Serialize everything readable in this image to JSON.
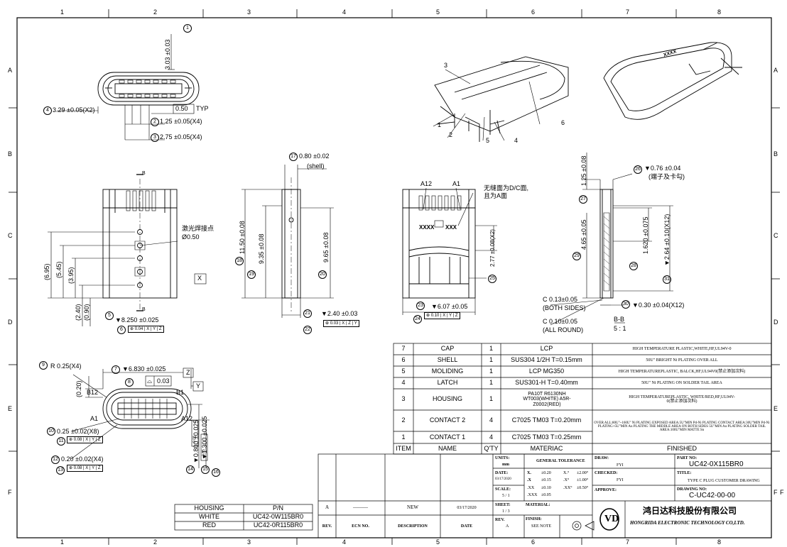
{
  "border": {
    "columns_top": [
      "1",
      "2",
      "3",
      "4",
      "5",
      "6",
      "7",
      "8"
    ],
    "columns_bottom": [
      "1",
      "2",
      "3",
      "4",
      "5",
      "6",
      "7",
      "8"
    ],
    "rows_left": [
      "A",
      "B",
      "C",
      "D",
      "E",
      "F"
    ],
    "rows_right": [
      "A",
      "B",
      "C",
      "D",
      "E",
      "F"
    ],
    "extra_right": "F"
  },
  "top_view": {
    "callout1": "1",
    "dim_vertical": "3.03 ±0.03",
    "callout4": "4",
    "dim_width": "3.29 ±0.05(X2)",
    "typ_box": "0.50",
    "typ": "TYP",
    "callout2": "2",
    "dim_pitch": "1.25 ±0.05(X4)",
    "callout3": "3",
    "dim_span": "2.75 ±0.05(X4)"
  },
  "side_view_left": {
    "section_mark": "B",
    "section_mark_bottom": "B",
    "laser_note_line1": "激光焊接点",
    "laser_note_line2": "Ø0.50",
    "dim_695": "(6.95)",
    "dim_545": "(5.45)",
    "dim_395": "(3.95)",
    "dim_240": "(2.40)",
    "dim_090": "(0.90)",
    "datum_x": "X",
    "callout5": "5",
    "flatness": "▼8.250 ±0.025",
    "callout6": "6",
    "fcf6": "0.04",
    "fcf6_datums": [
      "X",
      "Y",
      "Z"
    ]
  },
  "side_view_center": {
    "callout17": "17",
    "dim_shell_1": "0.80 ±0.02",
    "dim_shell_2": "(shell)",
    "callout18": "18",
    "dim_1150": "11.50 ±0.08",
    "callout19": "19",
    "dim_935": "9.35 ±0.08",
    "dim_965": "9.65 ±0.08",
    "callout20": "20",
    "callout21": "21",
    "dim_240": "▼2.40 ±0.03",
    "callout22": "22",
    "fcf22": "0.03",
    "fcf22_datums": [
      "X",
      "Z",
      "Y"
    ]
  },
  "front_view": {
    "label_a12": "A12",
    "label_a1": "A1",
    "note_line1": "无缝面为D/C面,",
    "note_line2": "且为A面",
    "xxxx_left": "XXXX",
    "xxxx_right": "XXX",
    "dim_277": "2.77 ±0.08(X2)",
    "callout25": "25",
    "callout23": "23",
    "dim_607": "▼6.07 ±0.05",
    "callout24": "24",
    "fcf24": "0.10",
    "fcf24_datums": [
      "X",
      "Y",
      "Z"
    ]
  },
  "section_view": {
    "callout26": "26",
    "dim_076": "▼0.76 ±0.04",
    "dim_076_note": "(端子及卡勾)",
    "dim_125": "1.25 ±0.08",
    "callout27": "27",
    "dim_465": "4.65 ±0.05",
    "callout29": "29",
    "dim_1620": "1.620 ±0.075",
    "callout28": "28",
    "dim_264": "▼2.64 ±0.10(X12)",
    "callout31": "31",
    "dim_c013_1": "C 0.13±0.05",
    "dim_c013_2": "(BOTH SIDES)",
    "callout30": "30",
    "dim_030": "▼0.30 ±0.04(X12)",
    "dim_c010_1": "C 0.10±0.05",
    "dim_c010_2": "(ALL ROUND)",
    "section_label": "B-B",
    "scale": "5 : 1"
  },
  "bottom_view": {
    "callout9": "9",
    "dim_r025": "R 0.25(X4)",
    "callout7": "7",
    "dim_6830": "▼6.830 ±0.025",
    "datum_z": "Z",
    "dim_020": "(0.20)",
    "callout8": "8",
    "profile_tol": "0.03",
    "datum_y": "Y",
    "label_b12": "B12",
    "label_b1": "B1",
    "label_a1": "A1",
    "label_a12": "A12",
    "callout10": "10",
    "dim_025": "0.25 ±0.02(X8)",
    "callout11": "11",
    "fcf11": "0.08",
    "fcf11_datums": [
      "X",
      "Y",
      "Z"
    ],
    "callout12": "12",
    "dim_020b": "0.20 ±0.02(X4)",
    "callout13": "13",
    "fcf13": "0.08",
    "fcf13_datums": [
      "X",
      "Y",
      "Z"
    ],
    "dim_0800": "▼0.800 ±0.025",
    "dim_1300": "▼1.300 ±0.025",
    "fcf_v1": "0.08",
    "fcf_v2": "0.05",
    "callout14": "14",
    "callout15": "15",
    "callout16": "16"
  },
  "iso_view": {
    "callouts": [
      "3",
      "1",
      "2",
      "5",
      "4",
      "6"
    ],
    "marking": "XXXX"
  },
  "bom": {
    "headers": [
      "ITEM",
      "NAME",
      "Q'TY",
      "MATERIAC",
      "FINISHED"
    ],
    "rows": [
      {
        "item": "7",
        "name": "CAP",
        "qty": "1",
        "material": "LCP",
        "finished": "HIGH TEMPERATURE PLASTIC,WHITE,HF,UL94V-0"
      },
      {
        "item": "6",
        "name": "SHELL",
        "qty": "1",
        "material": "SUS304 1/2H T=0.15mm",
        "finished": "50U\" BRIGHT Ni PLATING OVER ALL"
      },
      {
        "item": "5",
        "name": "MOLIDING",
        "qty": "1",
        "material": "LCP MG350",
        "finished": "HIGH TEMPERATUREPLASTIC, BALCK,HF,UL94V0(禁止添加次料)"
      },
      {
        "item": "4",
        "name": "LATCH",
        "qty": "1",
        "material": "SUS301-H T=0.40mm",
        "finished": "50U\" Ni PLATING ON SOLDER TAIL AREA"
      },
      {
        "item": "3",
        "name": "HOUSING",
        "qty": "1",
        "material": "PA10T R6130NH WT003(WHITE) A5R-Z0002(RED)",
        "finished": "HIGH TEMPERATUREPLASTIC, WHITE/RED,HF,UL94V-0(禁止添加次料)"
      },
      {
        "item": "2",
        "name": "CONTACT 2",
        "qty": "4",
        "material": "C7025 TM03 T=0.20mm",
        "finished": "OVER ALL:80U\"~160U\" Ni PLATING EXPOSED AREA:5U\"MIN Pd-Ni PLATING CONTACT AREA:30U\"MIN Pd-Ni PLATING+5U\"MIN Au PLATING THE MIDDLE AREA ON BOTH SIDES 5U\"MIN Au PLATING SOLDER TAIL AREA:100U\"MIN MATTE Sn"
      },
      {
        "item": "1",
        "name": "CONTACT 1",
        "qty": "4",
        "material": "C7025 TM03 T=0.25mm",
        "finished": ""
      }
    ]
  },
  "housing_table": {
    "headers": [
      "HOUSING",
      "P/N"
    ],
    "rows": [
      [
        "WHITE",
        "UC42-0W115BR0"
      ],
      [
        "RED",
        "UC42-0R115BR0"
      ]
    ]
  },
  "revision_block": {
    "rev_a": "A",
    "new": "NEW",
    "date": "03/17/2020",
    "headers": [
      "REV.",
      "ECN NO.",
      "DESCRIPTION",
      "DATE"
    ]
  },
  "title_block": {
    "units_label": "UNITS:",
    "units_value": "mm",
    "date_label": "DATE:",
    "date_value": "03/17/2020",
    "scale_label": "SCALE:",
    "scale_value": "5 / 1",
    "sheet_label": "SHEET:",
    "sheet_value": "1 / 3",
    "rev_label": "REV.",
    "rev_value": "A",
    "tolerance_title": "GENERAL TOLERANCE",
    "tol_rows": [
      [
        "X.",
        "±0.20",
        "X.°",
        "±2.00°"
      ],
      [
        ".X",
        "±0.15",
        ".X°",
        "±1.00°"
      ],
      [
        ".XX",
        "±0.10",
        ".XX°",
        "±0.50°"
      ],
      [
        ".XXX",
        "±0.05",
        "",
        ""
      ]
    ],
    "material_label": "MATERIAL:",
    "finish_label": "FINISH:",
    "finish_value": "SEE NOTE",
    "draw_label": "DRAW:",
    "draw_value": "FYI",
    "checked_label": "CHECKED:",
    "checked_value": "FYI",
    "approve_label": "APPROVE:",
    "partno_label": "PART NO:",
    "partno_value": "UC42-0X115BR0",
    "title_label": "TITLE:",
    "title_value": "TYPE C PLUG CUSTOMER DRAWING",
    "drawingno_label": "DRAWING NO:",
    "drawingno_value": "C-UC42-00-00",
    "company_cn": "鸿日达科技股份有限公司",
    "company_en": "HONGRIDA ELECTRONIC TECHNOLOGY CO,LTD."
  }
}
